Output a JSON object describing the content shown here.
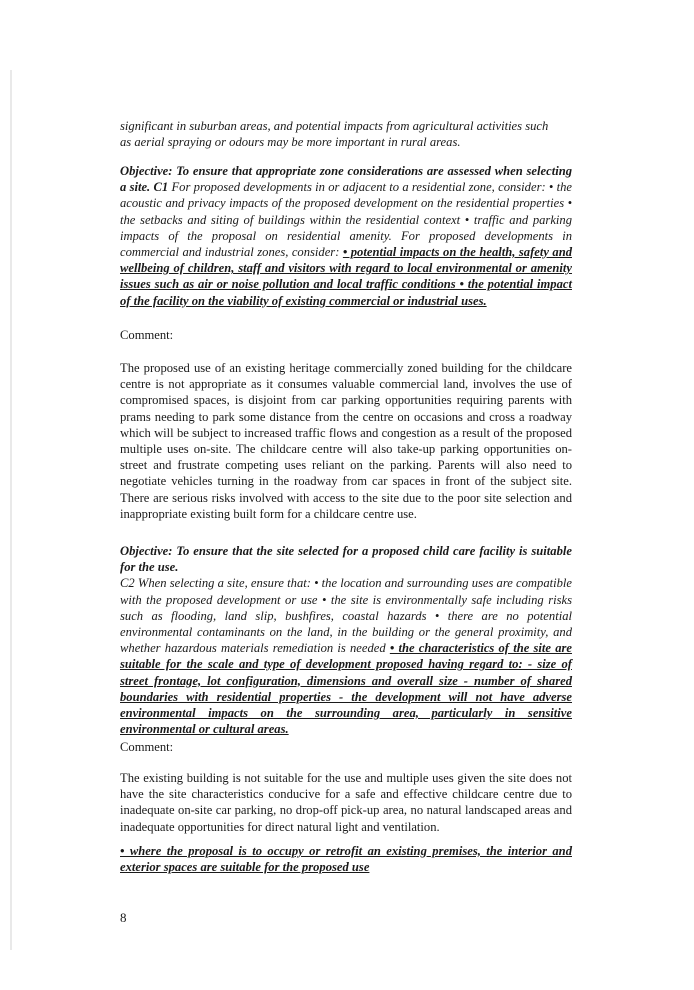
{
  "intro": {
    "line1": "significant in suburban areas, and potential impacts from agricultural activities such",
    "line2": "as aerial spraying or odours may be more important in rural areas."
  },
  "section1": {
    "objective": "Objective: To ensure that appropriate zone considerations are assessed when selecting a site.",
    "c1_label": "C1",
    "c1_text": "For proposed developments in or adjacent to a residential zone, consider: • the acoustic and privacy impacts of the proposed development on the residential properties • the setbacks and siting of buildings within the residential context • traffic and parking impacts of the proposal on residential amenity. For proposed developments in commercial and industrial zones, consider:",
    "underlined": "• potential impacts on the health, safety and wellbeing of children, staff and visitors with regard to local environmental or amenity issues such as air or noise pollution and local traffic conditions • the potential impact of the facility on the viability of existing commercial or industrial uses.",
    "comment_label": "Comment:",
    "comment": "The proposed use of an existing heritage commercially zoned building for the childcare centre is not appropriate as it consumes valuable commercial land, involves the use of compromised spaces, is disjoint from car parking opportunities requiring parents with prams needing to park some distance from the centre on occasions and cross a roadway which will be subject to increased traffic flows and congestion as a result of the proposed multiple uses on-site. The childcare centre will also take-up parking opportunities on-street and frustrate competing uses reliant on the parking. Parents will also need to negotiate vehicles turning in the roadway from car spaces in front of the subject site. There are serious risks involved with access to the site due to the poor site selection and inappropriate existing built form for a childcare centre use."
  },
  "section2": {
    "objective": "Objective: To ensure that the site selected for a proposed child care facility is suitable for the use.",
    "c2_text": "C2 When selecting a site, ensure that: • the location and surrounding uses are compatible with the proposed development or use • the site is environmentally safe including risks such as flooding, land slip, bushfires, coastal hazards • there are no potential environmental contaminants on the land, in the building or the general proximity, and whether hazardous materials remediation is needed",
    "underlined": "• the characteristics of the site are suitable for the scale and type of development proposed having regard to: - size of street frontage, lot configuration, dimensions and overall size - number of shared boundaries with residential properties - the development will not have adverse environmental impacts on the surrounding area, particularly in sensitive environmental or cultural areas.",
    "comment_label": "Comment:",
    "comment": "The existing building is not suitable for the use and multiple uses given the site does not have the site characteristics conducive for a safe and effective childcare centre due to inadequate on-site car parking, no drop-off pick-up area, no natural landscaped areas and inadequate opportunities for direct natural light and ventilation.",
    "final_underlined": "• where the proposal is to occupy or retrofit an existing premises, the interior and exterior spaces are suitable for the proposed use"
  },
  "page_number": "8"
}
